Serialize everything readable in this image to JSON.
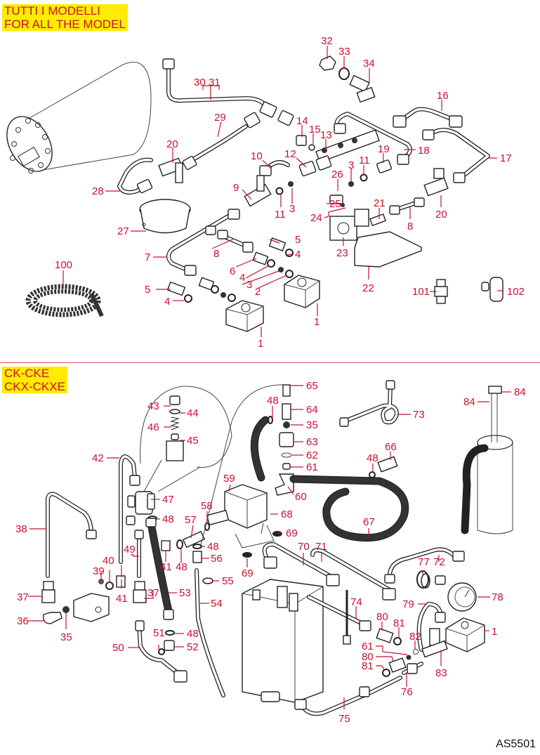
{
  "sections": [
    {
      "tag_lines": [
        "TUTTI I MODELLI",
        "FOR ALL THE MODEL"
      ]
    },
    {
      "tag_lines": [
        "CK-CKE",
        "CKX-CKXE"
      ]
    }
  ],
  "document_code": "AS5501",
  "colors": {
    "label": "#c8102e",
    "tag_bg": "#ffec00",
    "divider": "#e0505a",
    "line": "#222222"
  },
  "labels": {
    "top": [
      "30 31",
      "29",
      "20",
      "28",
      "27",
      "14",
      "15",
      "13",
      "12",
      "10",
      "9",
      "11",
      "3",
      "32",
      "33",
      "34",
      "16",
      "18",
      "19",
      "3",
      "11",
      "26",
      "25",
      "24",
      "21",
      "8",
      "20",
      "17",
      "23",
      "22",
      "7",
      "8",
      "5",
      "4",
      "6",
      "4",
      "3",
      "2",
      "5",
      "4",
      "1",
      "1",
      "100",
      "101",
      "102"
    ],
    "bottom": [
      "43",
      "44",
      "46",
      "45",
      "42",
      "47",
      "48",
      "38",
      "49",
      "40",
      "39",
      "41",
      "37",
      "36",
      "35",
      "37",
      "53",
      "41",
      "48",
      "57",
      "58",
      "48",
      "56",
      "55",
      "54",
      "51",
      "48",
      "52",
      "50",
      "59",
      "65",
      "48",
      "64",
      "35",
      "63",
      "62",
      "61",
      "60",
      "68",
      "69",
      "69",
      "70",
      "71",
      "73",
      "66",
      "48",
      "67",
      "84",
      "84",
      "72",
      "77",
      "78",
      "79",
      "74",
      "80",
      "81",
      "82",
      "61",
      "80",
      "81",
      "83",
      "1",
      "76",
      "75"
    ]
  }
}
